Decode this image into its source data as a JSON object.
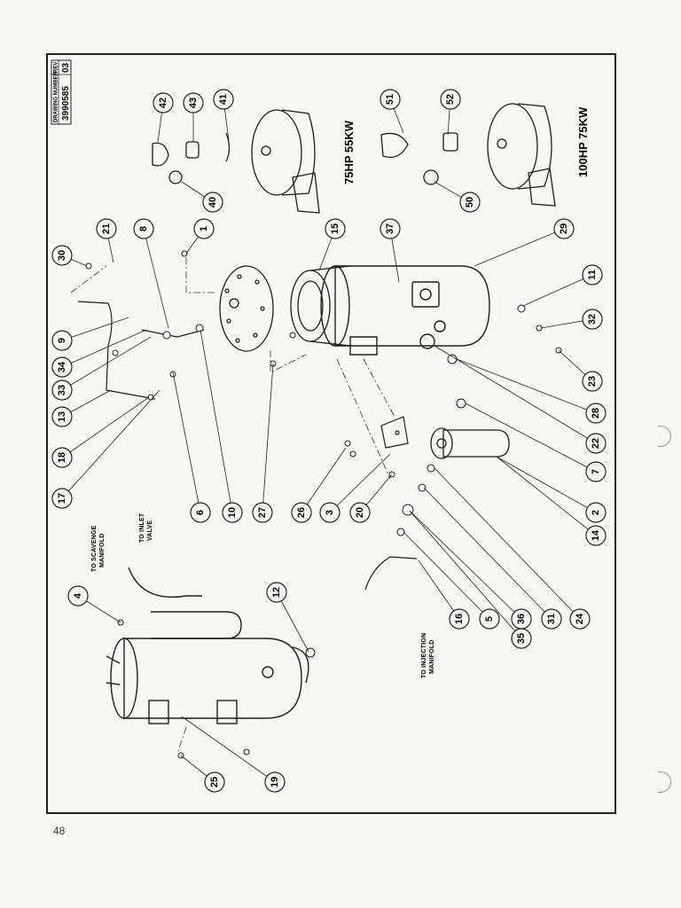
{
  "drawing": {
    "number_label": "DRAWING NUMBER",
    "rev_label": "REV",
    "number": "3990585",
    "rev": "03"
  },
  "models": {
    "upper": "75HP 55KW",
    "lower": "100HP 75KW"
  },
  "notes": {
    "scavenge_line1": "TO SCAVENGE",
    "scavenge_line2": "MANIFOLD",
    "inlet_line1": "TO INLET",
    "inlet_line2": "VALVE",
    "injection_line1": "TO INJECTION",
    "injection_line2": "MANIFOLD"
  },
  "callouts": [
    "1",
    "2",
    "3",
    "4",
    "5",
    "6",
    "7",
    "8",
    "9",
    "10",
    "11",
    "12",
    "13",
    "14",
    "15",
    "16",
    "17",
    "18",
    "19",
    "20",
    "21",
    "22",
    "23",
    "24",
    "25",
    "26",
    "27",
    "28",
    "29",
    "30",
    "31",
    "32",
    "33",
    "34",
    "35",
    "36",
    "37",
    "40",
    "41",
    "42",
    "43",
    "50",
    "51",
    "52"
  ],
  "page_number": "48"
}
